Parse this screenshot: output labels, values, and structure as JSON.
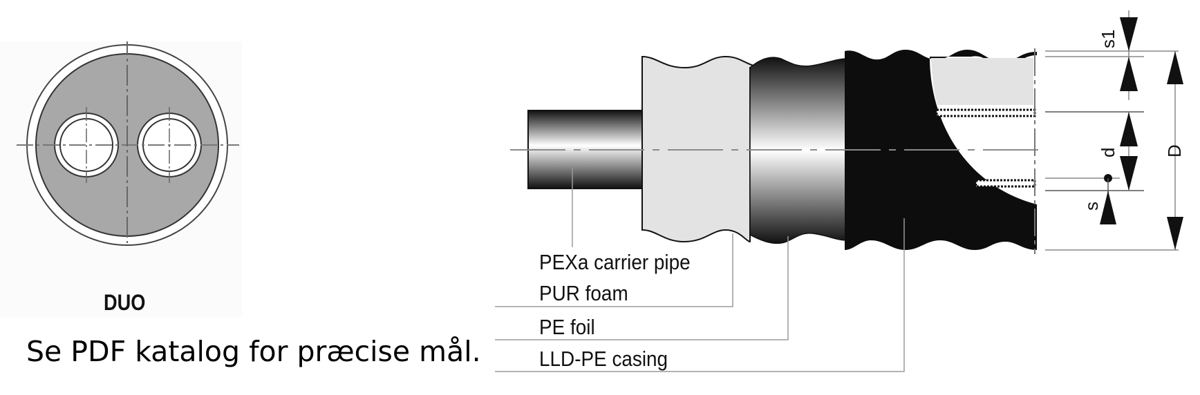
{
  "cross_section": {
    "title": "DUO",
    "pipe_count": 2
  },
  "caption": "Se PDF katalog for præcise mål.",
  "layers": [
    {
      "id": "pexa",
      "label": "PEXa carrier pipe"
    },
    {
      "id": "pur",
      "label": "PUR foam"
    },
    {
      "id": "pe-foil",
      "label": "PE foil"
    },
    {
      "id": "casing",
      "label": "LLD-PE casing"
    }
  ],
  "dimensions": {
    "s1": "s1",
    "d": "d",
    "s": "s",
    "D": "D"
  },
  "colors": {
    "casing": "#0d0d0d",
    "foam": "#e3e3e3",
    "cross_section_fill": "#a8a8a8",
    "leader_line": "#9a9a9a"
  }
}
